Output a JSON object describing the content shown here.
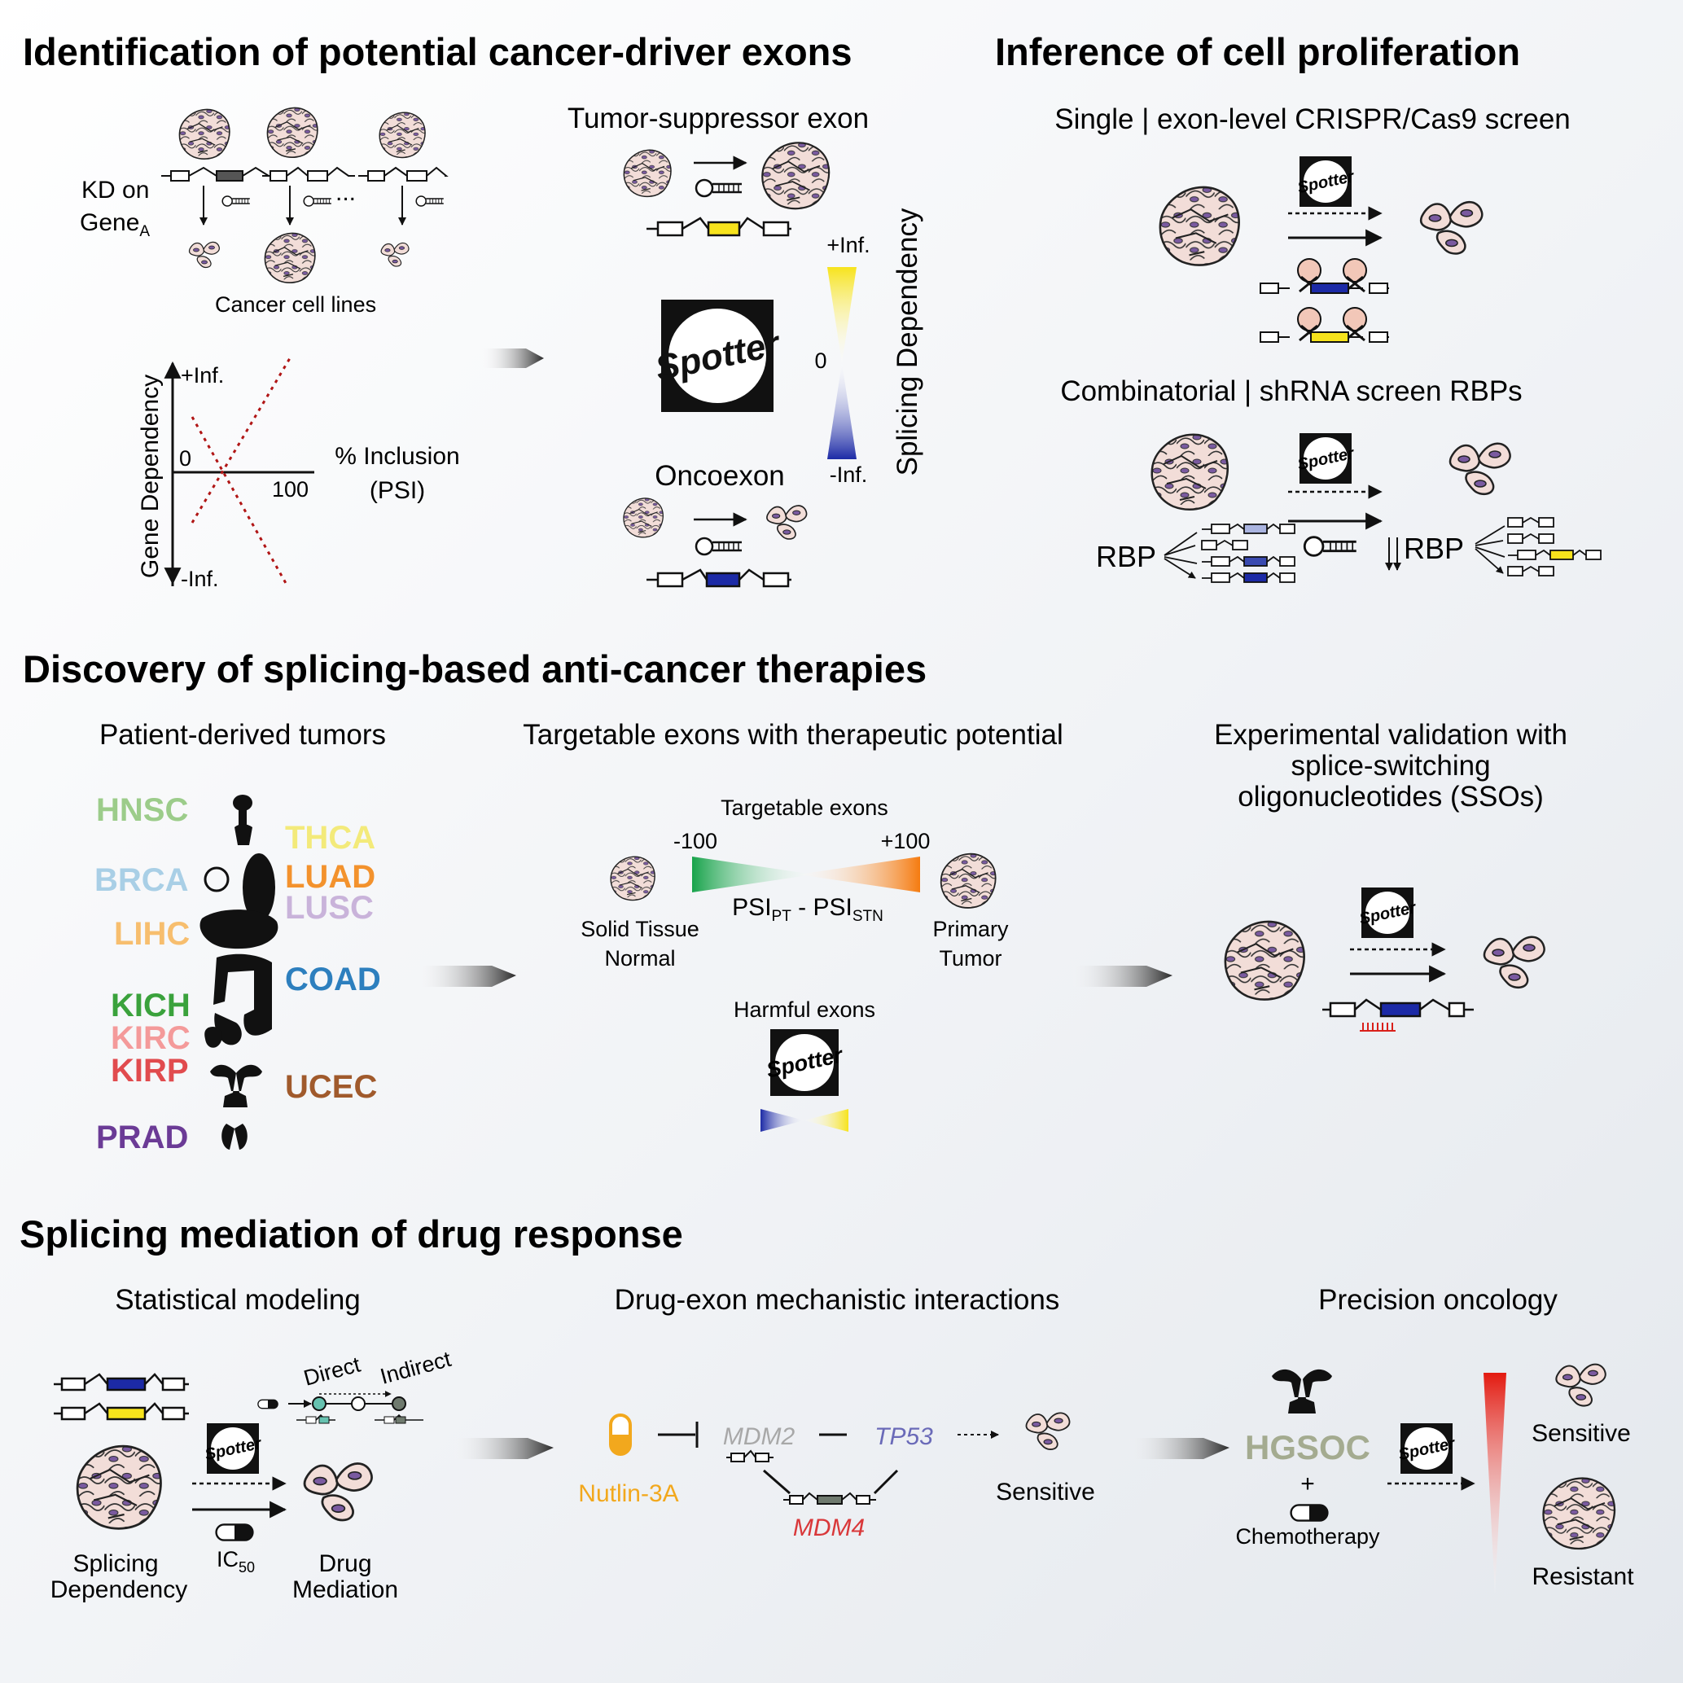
{
  "sections": {
    "cancer_driver": {
      "title": "Identification of potential cancer-driver exons",
      "kd_on": "KD on",
      "gene": "Gene",
      "gene_sub": "A",
      "ellipsis": "...",
      "cancer_cell_lines": "Cancer cell lines",
      "axis_plus": "+Inf.",
      "axis_minus": "-Inf.",
      "axis_zero": "0",
      "axis_hundred": "100",
      "gene_dependency": "Gene Dependency",
      "inclusion_line1": "% Inclusion",
      "inclusion_line2": "(PSI)",
      "tumor_suppressor_exon": "Tumor-suppressor exon",
      "oncoexon": "Oncoexon",
      "scale_plus": "+Inf.",
      "scale_zero": "0",
      "scale_minus": "-Inf.",
      "splicing_dependency": "Splicing Dependency",
      "logo_text": "Spotter"
    },
    "proliferation": {
      "title": "Inference of cell proliferation",
      "single": "Single | exon-level CRISPR/Cas9 screen",
      "combinatorial": "Combinatorial | shRNA screen RBPs",
      "rbp_left": "RBP",
      "rbp_right": "RBP"
    },
    "therapies": {
      "title": "Discovery of splicing-based anti-cancer therapies",
      "patient_tumors": "Patient-derived tumors",
      "targetable_title": "Targetable exons with therapeutic potential",
      "validation_line1": "Experimental validation with",
      "validation_line2": "splice-switching",
      "validation_line3": "oligonucleotides (SSOs)",
      "targetable_exons": "Targetable exons",
      "minus100": "-100",
      "plus100": "+100",
      "psi_pt": "PSI",
      "psi_pt_sub": "PT",
      "psi_dash": " - PSI",
      "psi_stn_sub": "STN",
      "solid_tissue_1": "Solid Tissue",
      "solid_tissue_2": "Normal",
      "primary_1": "Primary",
      "primary_2": "Tumor",
      "harmful_exons": "Harmful exons",
      "tumor_types": [
        {
          "label": "HNSC",
          "color": "#9ccc8a"
        },
        {
          "label": "THCA",
          "color": "#f3ea7a"
        },
        {
          "label": "BRCA",
          "color": "#a9cfe6"
        },
        {
          "label": "LUAD",
          "color": "#f3922d"
        },
        {
          "label": "LUSC",
          "color": "#c9b3da"
        },
        {
          "label": "LIHC",
          "color": "#f7be6e"
        },
        {
          "label": "COAD",
          "color": "#2d7fbe"
        },
        {
          "label": "KICH",
          "color": "#3aa23c"
        },
        {
          "label": "KIRC",
          "color": "#f49a9a"
        },
        {
          "label": "KIRP",
          "color": "#e14b4e"
        },
        {
          "label": "UCEC",
          "color": "#a05a2c"
        },
        {
          "label": "PRAD",
          "color": "#6b3b96"
        }
      ]
    },
    "drug_response": {
      "title": "Splicing mediation of drug response",
      "statistical_modeling": "Statistical modeling",
      "direct": "Direct",
      "indirect": "Indirect",
      "splicing_dep_1": "Splicing",
      "splicing_dep_2": "Dependency",
      "ic": "IC",
      "ic_sub": "50",
      "drug_med_1": "Drug",
      "drug_med_2": "Mediation",
      "mechanistic_title": "Drug-exon mechanistic interactions",
      "nutlin": "Nutlin-3A",
      "mdm2": "MDM2",
      "tp53": "TP53",
      "mdm4": "MDM4",
      "sensitive_mid": "Sensitive",
      "precision_title": "Precision oncology",
      "hgsoc": "HGSOC",
      "plus": "+",
      "chemotherapy": "Chemotherapy",
      "sensitive": "Sensitive",
      "resistant": "Resistant",
      "colors": {
        "nutlin": "#f2a81d",
        "mdm2": "#a8a8a8",
        "tp53": "#6a6ab8",
        "mdm4": "#d9383a",
        "hgsoc": "#a4ab90"
      }
    }
  }
}
